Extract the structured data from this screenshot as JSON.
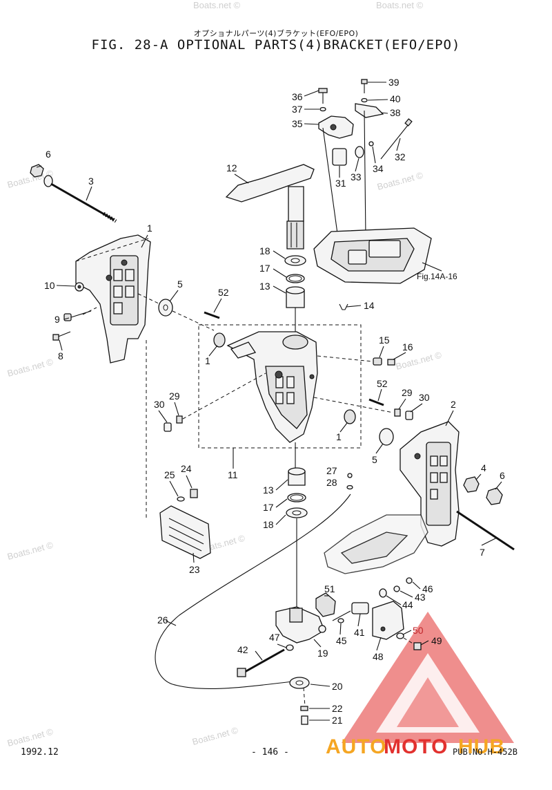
{
  "header": {
    "title_jp": "オプショナルパーツ(4)ブラケット(EFO/EPO)",
    "title": "FIG. 28-A OPTIONAL PARTS(4)BRACKET(EFO/EPO)"
  },
  "footer": {
    "date": "1992.12",
    "page": "- 146 -",
    "pub_no": "PUB.NO.H-452B"
  },
  "reference_note": "Fig.14A-16",
  "watermark": "Boats.net ©",
  "brand": {
    "left": "AUTO",
    "mid": "MOTO",
    "right": "HUB",
    "color_red": "#e2312f",
    "color_orange": "#f5a623"
  },
  "labels": {
    "p1a": "1",
    "p1b": "1",
    "p1c": "1",
    "p2": "2",
    "p3": "3",
    "p4": "4",
    "p5a": "5",
    "p5b": "5",
    "p6a": "6",
    "p6b": "6",
    "p7": "7",
    "p8": "8",
    "p9": "9",
    "p10": "10",
    "p11": "11",
    "p12": "12",
    "p13a": "13",
    "p13b": "13",
    "p14": "14",
    "p15": "15",
    "p16": "16",
    "p17a": "17",
    "p17b": "17",
    "p18a": "18",
    "p18b": "18",
    "p19": "19",
    "p20": "20",
    "p21": "21",
    "p22": "22",
    "p23": "23",
    "p24": "24",
    "p25": "25",
    "p26": "26",
    "p27": "27",
    "p28": "28",
    "p29a": "29",
    "p29b": "29",
    "p30a": "30",
    "p30b": "30",
    "p31": "31",
    "p32": "32",
    "p33": "33",
    "p34": "34",
    "p35": "35",
    "p36": "36",
    "p37": "37",
    "p38": "38",
    "p39": "39",
    "p40": "40",
    "p41": "41",
    "p42": "42",
    "p43": "43",
    "p44": "44",
    "p45": "45",
    "p46": "46",
    "p47": "47",
    "p48": "48",
    "p49": "49",
    "p50": "50",
    "p51": "51",
    "p52a": "52",
    "p52b": "52"
  }
}
